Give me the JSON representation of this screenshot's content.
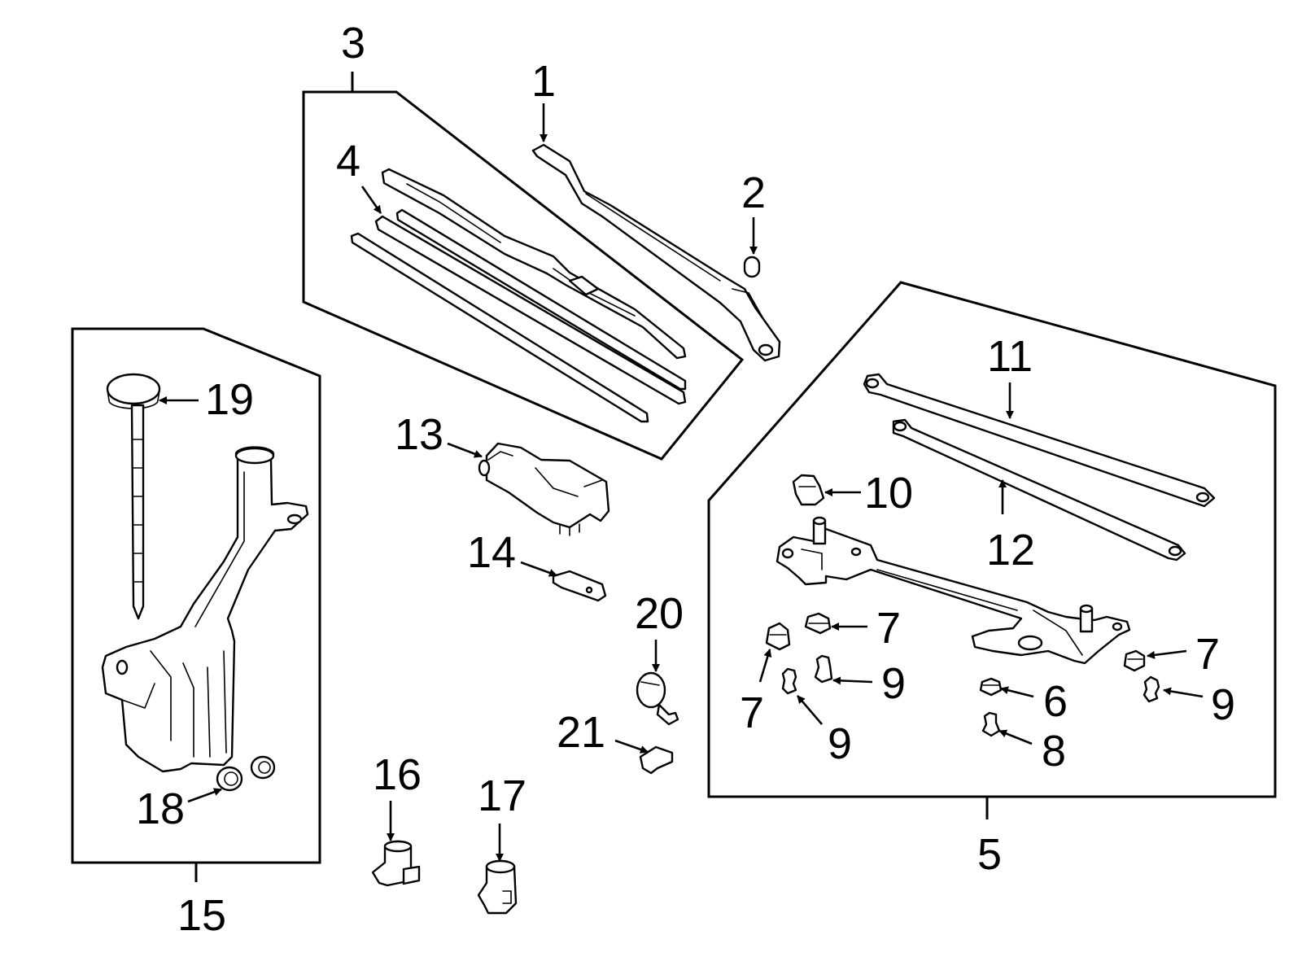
{
  "diagram": {
    "callouts": {
      "c1": "1",
      "c2": "2",
      "c3": "3",
      "c4": "4",
      "c5": "5",
      "c6": "6",
      "c7a": "7",
      "c7b": "7",
      "c7c": "7",
      "c8": "8",
      "c9a": "9",
      "c9b": "9",
      "c9c": "9",
      "c10": "10",
      "c11": "11",
      "c12": "12",
      "c13": "13",
      "c14": "14",
      "c15": "15",
      "c16": "16",
      "c17": "17",
      "c18": "18",
      "c19": "19",
      "c20": "20",
      "c21": "21"
    },
    "colors": {
      "line": "#000000",
      "background": "#ffffff"
    }
  }
}
